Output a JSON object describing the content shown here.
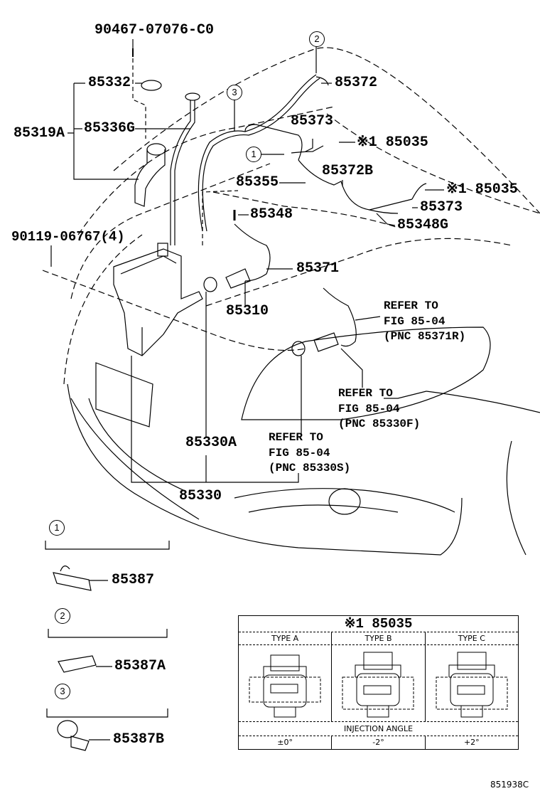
{
  "callouts": {
    "p90467": "90467-07076-C0",
    "p85332": "85332",
    "p85319A": "85319A",
    "p85336G": "85336G",
    "p90119": "90119-06767(4)",
    "p85372": "85372",
    "p85373a": "85373",
    "p85035a": "※1 85035",
    "p85372B": "85372B",
    "p85355": "85355",
    "p85035b": "※1 85035",
    "p85373b": "85373",
    "p85348": "85348",
    "p85348G": "85348G",
    "p85371": "85371",
    "p85310": "85310",
    "p85330A": "85330A",
    "p85330": "85330"
  },
  "refs": {
    "r85371R": "REFER TO\nFIG 85-04\n(PNC 85371R)",
    "r85330F": "REFER TO\nFIG 85-04\n(PNC 85330F)",
    "r85330S": "REFER TO\nFIG 85-04\n(PNC 85330S)"
  },
  "circles": {
    "c1": "1",
    "c2": "2",
    "c3": "3"
  },
  "clips": {
    "c1": {
      "num": "1",
      "part": "85387"
    },
    "c2": {
      "num": "2",
      "part": "85387A"
    },
    "c3": {
      "num": "3",
      "part": "85387B"
    }
  },
  "table": {
    "title": "※1 85035",
    "types": [
      "TYPE A",
      "TYPE B",
      "TYPE C"
    ],
    "angle_header": "INJECTION ANGLE",
    "angles": [
      "±0°",
      "-2°",
      "+2°"
    ]
  },
  "figure_code": "851938C"
}
